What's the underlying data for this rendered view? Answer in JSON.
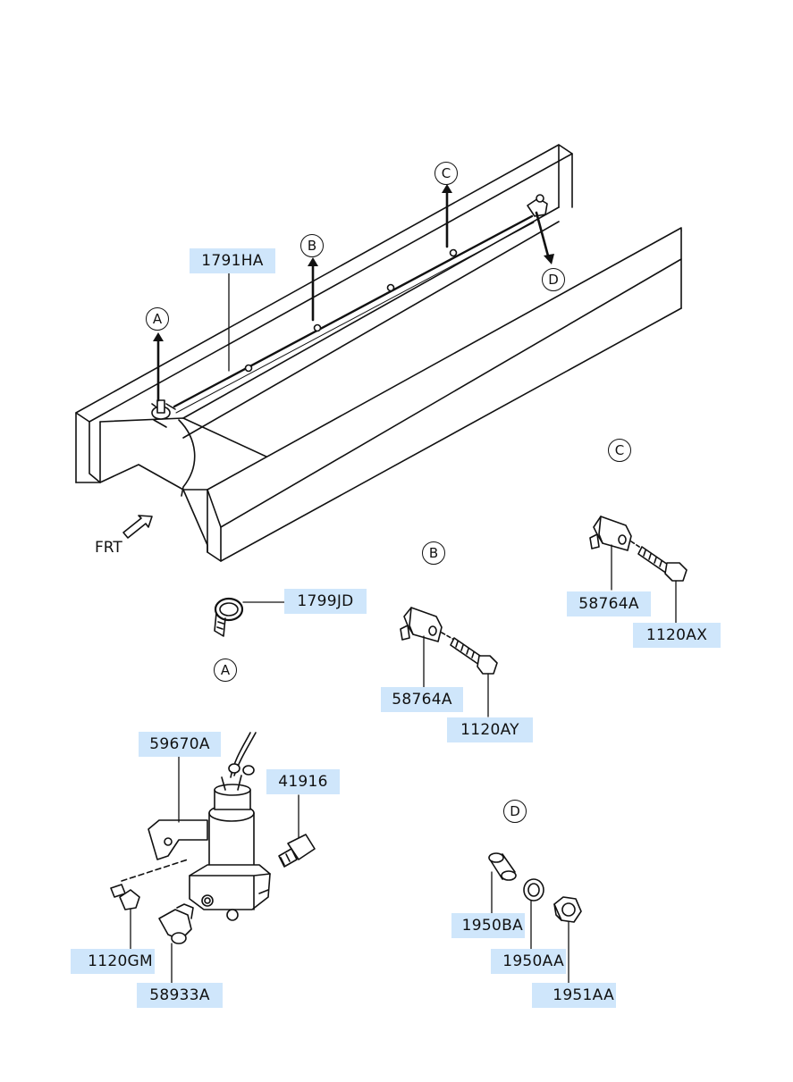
{
  "diagram": {
    "part_labels": [
      {
        "id": "1791HA",
        "text": "1791HA"
      },
      {
        "id": "1799JD",
        "text": "1799JD"
      },
      {
        "id": "58764A_B",
        "text": "58764A"
      },
      {
        "id": "1120AY",
        "text": "1120AY"
      },
      {
        "id": "58764A_C",
        "text": "58764A"
      },
      {
        "id": "1120AX",
        "text": "1120AX"
      },
      {
        "id": "59670A",
        "text": "59670A"
      },
      {
        "id": "41916",
        "text": "41916"
      },
      {
        "id": "1120GM",
        "text": "1120GM"
      },
      {
        "id": "58933A",
        "text": "58933A"
      },
      {
        "id": "1950BA",
        "text": "1950BA"
      },
      {
        "id": "1950AA",
        "text": "1950AA"
      },
      {
        "id": "1951AA",
        "text": "1951AA"
      }
    ],
    "callouts": {
      "a": "A",
      "b": "B",
      "c": "C",
      "d": "D"
    },
    "direction_label": "FRT",
    "label_highlight_color": "#cfe6fb",
    "line_color": "#111111"
  }
}
